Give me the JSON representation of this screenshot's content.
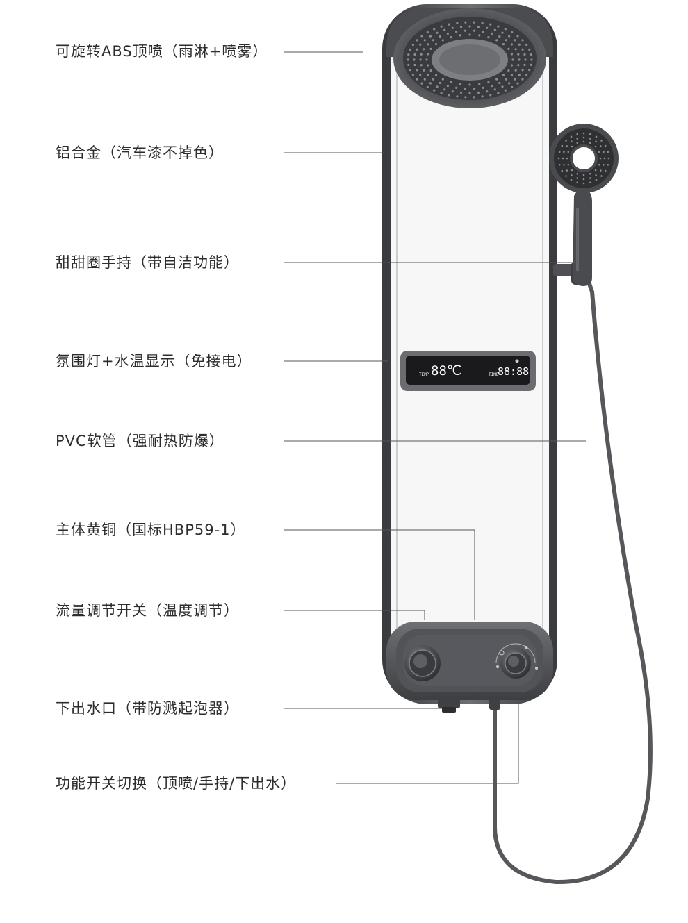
{
  "labels": [
    {
      "key": "top_spray",
      "text": "可旋转ABS顶喷（雨淋+喷雾）"
    },
    {
      "key": "frame",
      "text": "铝合金（汽车漆不掉色）"
    },
    {
      "key": "handheld",
      "text": "甜甜圈手持（带自洁功能）"
    },
    {
      "key": "display",
      "text": "氛围灯+水温显示（免接电）"
    },
    {
      "key": "hose",
      "text": "PVC软管（强耐热防爆）"
    },
    {
      "key": "body",
      "text": "主体黄铜（国标HBP59-1）"
    },
    {
      "key": "flow_switch",
      "text": "流量调节开关（温度调节）"
    },
    {
      "key": "outlet",
      "text": "下出水口（带防溅起泡器）"
    },
    {
      "key": "function_switch",
      "text": "功能开关切换（顶喷/手持/下出水）"
    }
  ],
  "display": {
    "temp_caption": "TEMP",
    "temp_value": "88℃",
    "time_caption": "TIME",
    "time_value": "88:88"
  },
  "colors": {
    "frame": "#4a4b4e",
    "frame_highlight": "#8a8c90",
    "glass": "#f6f6f6",
    "screen": "#1a1a1c",
    "leader_line": "#555555",
    "label_text": "#2c2c2c"
  }
}
